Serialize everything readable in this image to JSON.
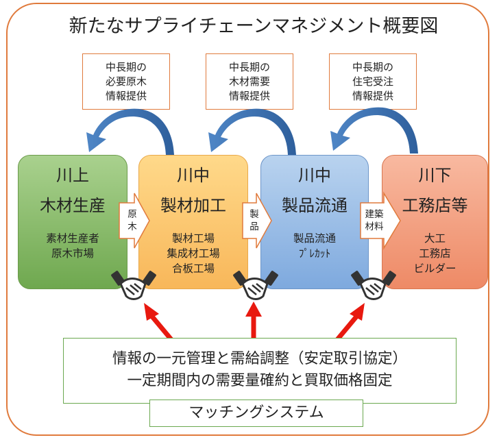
{
  "title": "新たなサプライチェーンマネジメント概要図",
  "info_boxes": [
    [
      "中長期の",
      "必要原木",
      "情報提供"
    ],
    [
      "中長期の",
      "木材需要",
      "情報提供"
    ],
    [
      "中長期の",
      "住宅受注",
      "情報提供"
    ]
  ],
  "stages": [
    {
      "head1": "川上",
      "head2": "木材生産",
      "subs": [
        "素材生産者",
        "原木市場"
      ]
    },
    {
      "head1": "川中",
      "head2": "製材加工",
      "subs": [
        "製材工場",
        "集成材工場",
        "合板工場"
      ]
    },
    {
      "head1": "川中",
      "head2": "製品流通",
      "subs": [
        "製品流通",
        "ﾌﾟﾚｶｯﾄ"
      ]
    },
    {
      "head1": "川下",
      "head2": "工務店等",
      "subs": [
        "大工",
        "工務店",
        "ビルダー"
      ]
    }
  ],
  "flows": [
    [
      "原",
      "木"
    ],
    [
      "製",
      "品"
    ],
    [
      "建築",
      "材料"
    ]
  ],
  "bottom": {
    "line1": "情報の一元管理と需給調整（安定取引協定）",
    "line2": "一定期間内の需要量確約と買取価格固定",
    "matching": "マッチングシステム"
  },
  "colors": {
    "frame": "#e07a3c",
    "upstream": "#8bbf6b",
    "processing": "#fbc56f",
    "distribution": "#97bde6",
    "downstream": "#f29f7d",
    "curved_arrow": "#4f86c6",
    "red_arrow": "#e8190f",
    "bottom_border": "#6aa84f"
  },
  "icons": [
    "handshake-icon",
    "handshake-icon",
    "handshake-icon"
  ]
}
